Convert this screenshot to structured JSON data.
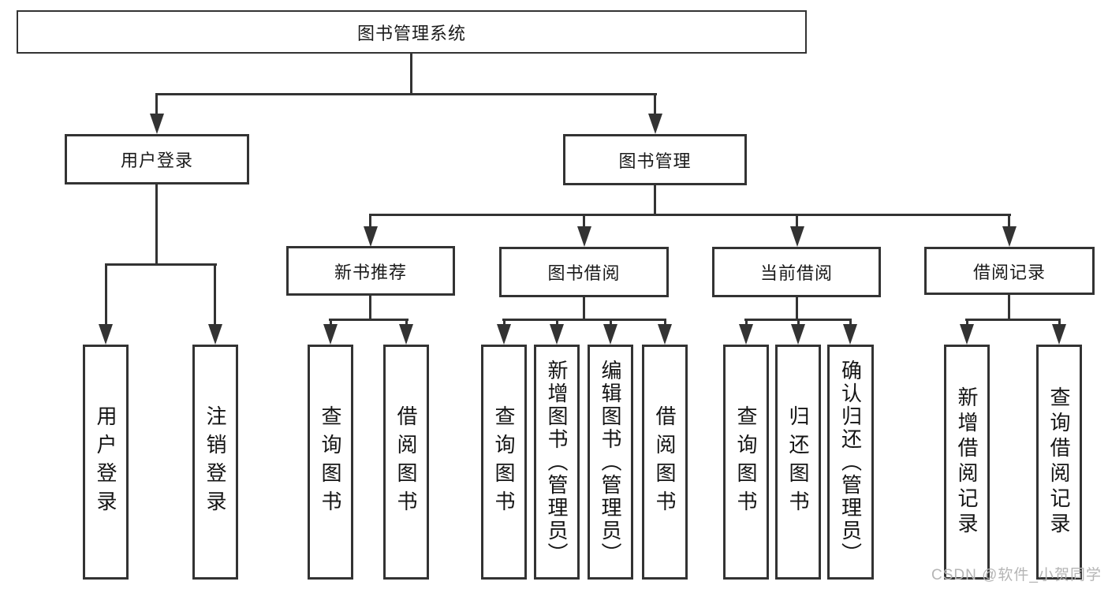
{
  "nodes": {
    "root": {
      "label": "图书管理系统"
    },
    "level1": [
      {
        "label": "用户登录"
      },
      {
        "label": "图书管理"
      }
    ],
    "level2": [
      {
        "label": "新书推荐"
      },
      {
        "label": "图书借阅"
      },
      {
        "label": "当前借阅"
      },
      {
        "label": "借阅记录"
      }
    ],
    "leaves": [
      {
        "label": "用户登录"
      },
      {
        "label": "注销登录"
      },
      {
        "label": "查询图书"
      },
      {
        "label": "借阅图书"
      },
      {
        "label": "查询图书"
      },
      {
        "label": "新增图书（管理员）"
      },
      {
        "label": "编辑图书（管理员）"
      },
      {
        "label": "借阅图书"
      },
      {
        "label": "查询图书"
      },
      {
        "label": "归还图书"
      },
      {
        "label": "确认归还（管理员）"
      },
      {
        "label": "新增借阅记录"
      },
      {
        "label": "查询借阅记录"
      }
    ]
  },
  "watermark": {
    "text": "CSDN @软件_小贺同学"
  },
  "colors": {
    "line": "#333333",
    "box_background": "#ffffff",
    "text": "#1a1a1a",
    "watermark": "#b5b5b5"
  }
}
